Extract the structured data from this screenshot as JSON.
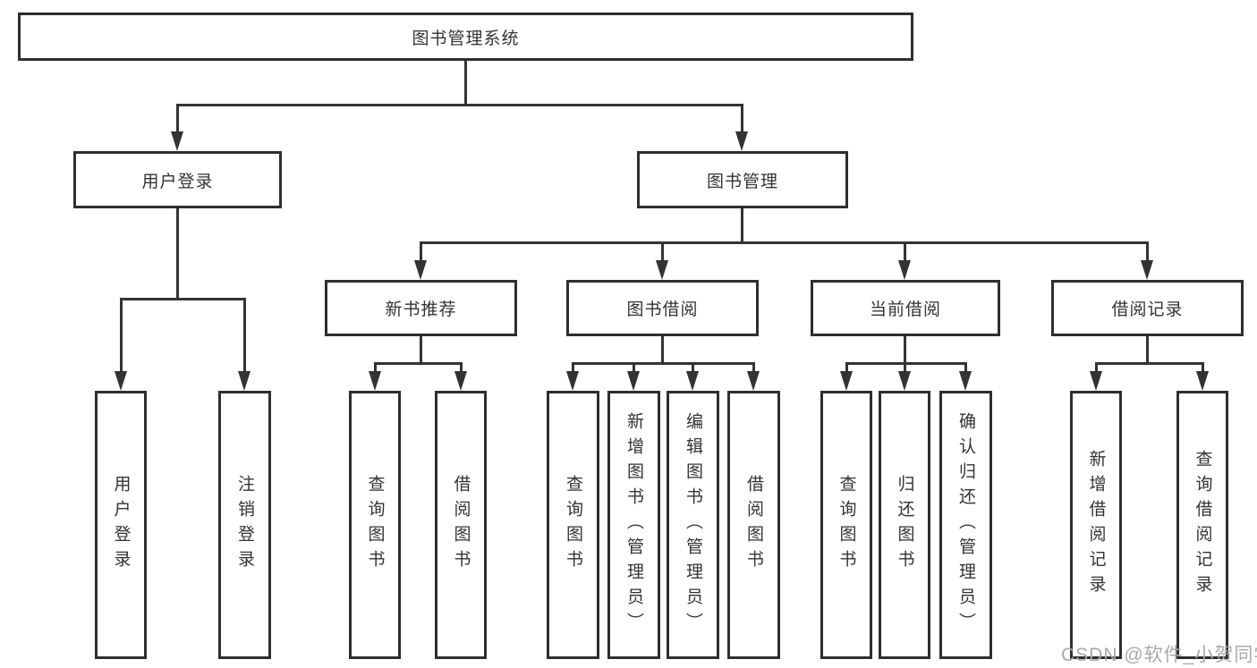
{
  "tree": {
    "root": "图书管理系统",
    "level2": [
      "用户登录",
      "图书管理"
    ],
    "level3": [
      "新书推荐",
      "图书借阅",
      "当前借阅",
      "借阅记录"
    ],
    "group1": [
      "用户登录",
      "注销登录"
    ],
    "group2": [
      "查询图书",
      "借阅图书"
    ],
    "group3": [
      "查询图书",
      "新增图书（管理员）",
      "编辑图书（管理员）",
      "借阅图书"
    ],
    "group4": [
      "查询图书",
      "归还图书",
      "确认归还（管理员）"
    ],
    "group5": [
      "新增借阅记录",
      "查询借阅记录"
    ]
  },
  "watermark": "CSDN @软件_小贺同学",
  "colors": {
    "line": "#333333",
    "node_border": "#2e2e2e",
    "text": "#333333",
    "watermark_text": "#a9a9a9",
    "background": "#ffffff"
  }
}
